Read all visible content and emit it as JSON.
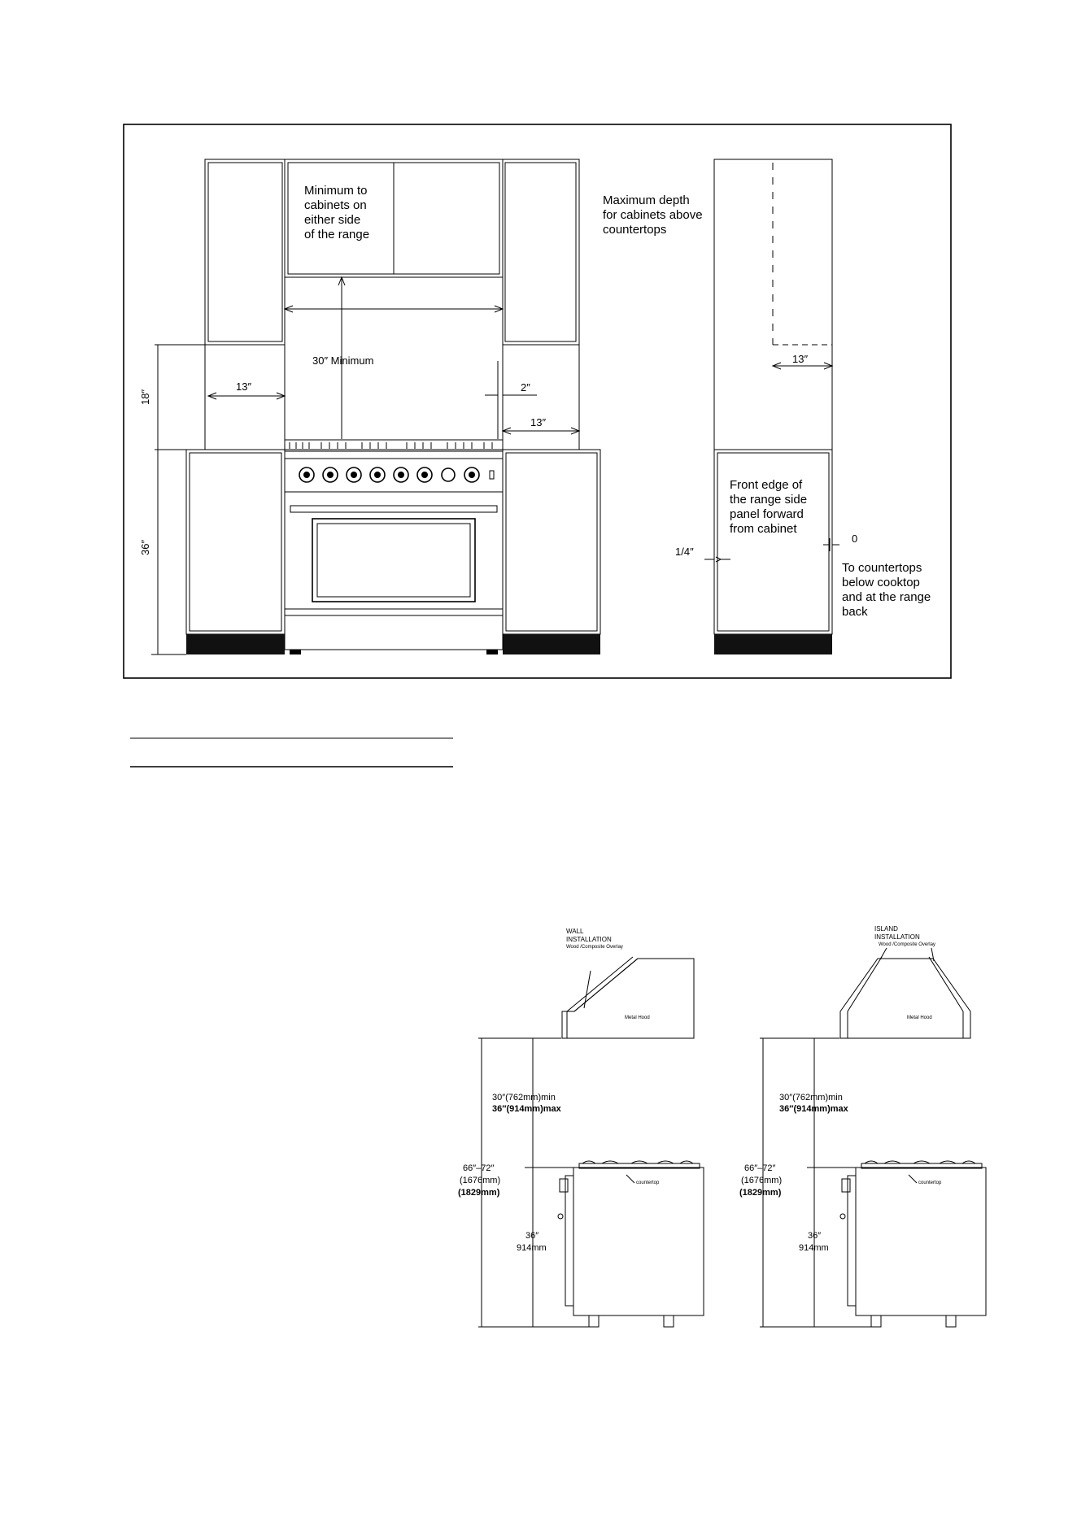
{
  "clearance_diagram": {
    "upper_note": "Minimum to\ncabinets on\neither side\nof the range",
    "depth_note": "Maximum depth\nfor cabinets above\ncountertops",
    "front_edge_note": "Front edge of\nthe range side\npanel forward\nfrom cabinet",
    "countertop_note": "To countertops\nbelow cooktop\nand at the range\n back",
    "dim_30_min": "30″ Minimum",
    "dim_18": "18″",
    "dim_36": "36″",
    "dim_13_left": "13″",
    "dim_2": "2″",
    "dim_13_right": "13″",
    "dim_13_side": "13″",
    "dim_quarter": "1/4″",
    "dim_zero": "0"
  },
  "hood_diagram": {
    "wall_title": "WALL\nINSTALLATION",
    "island_title": "ISLAND\nINSTALLATION",
    "overlay_label": "Wood /Composite Overlay",
    "metal_hood": "Metal Hood",
    "hood_clearance_min": "30″(762mm)min",
    "hood_clearance_max": "36″(914mm)max",
    "total_height": "66″–72″\n(1676mm)\n(1829mm)",
    "range_height": "36″\n914mm",
    "countertop": "countertop"
  }
}
